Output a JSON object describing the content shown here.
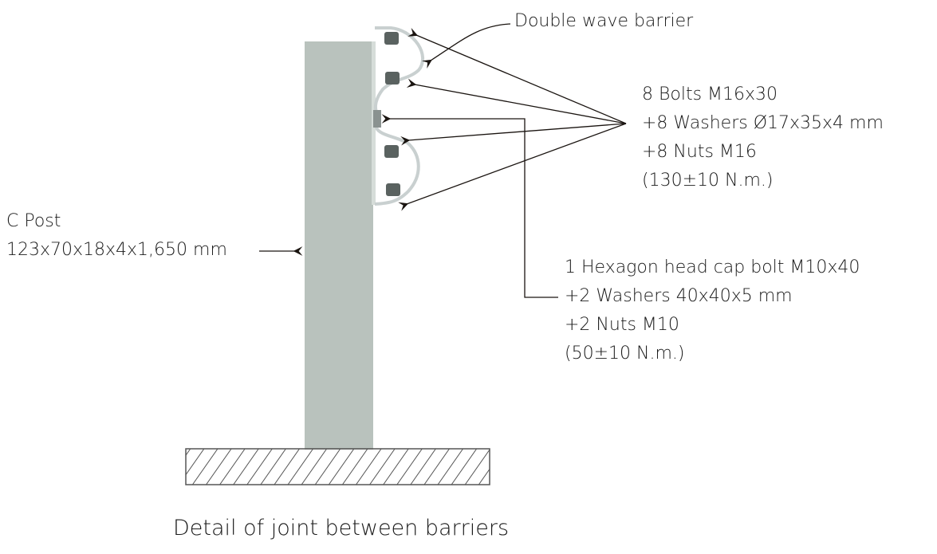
{
  "labels": {
    "barrier": "Double wave barrier",
    "bolts": [
      "8 Bolts M16x30",
      "+8  Washers Ø17x35x4 mm",
      "+8  Nuts M16",
      "(130±10 N.m.)"
    ],
    "hex_bolt": [
      "1 Hexagon head cap bolt M10x40",
      "+2  Washers 40x40x5 mm",
      "+2  Nuts M10",
      "(50±10 N.m.)"
    ],
    "post": [
      "C Post",
      "123x70x18x4x1,650 mm"
    ],
    "caption": "Detail of joint between barriers"
  },
  "colors": {
    "post": "#b9c2bd",
    "text": "#1a1a1a",
    "hatch": "#555555"
  }
}
